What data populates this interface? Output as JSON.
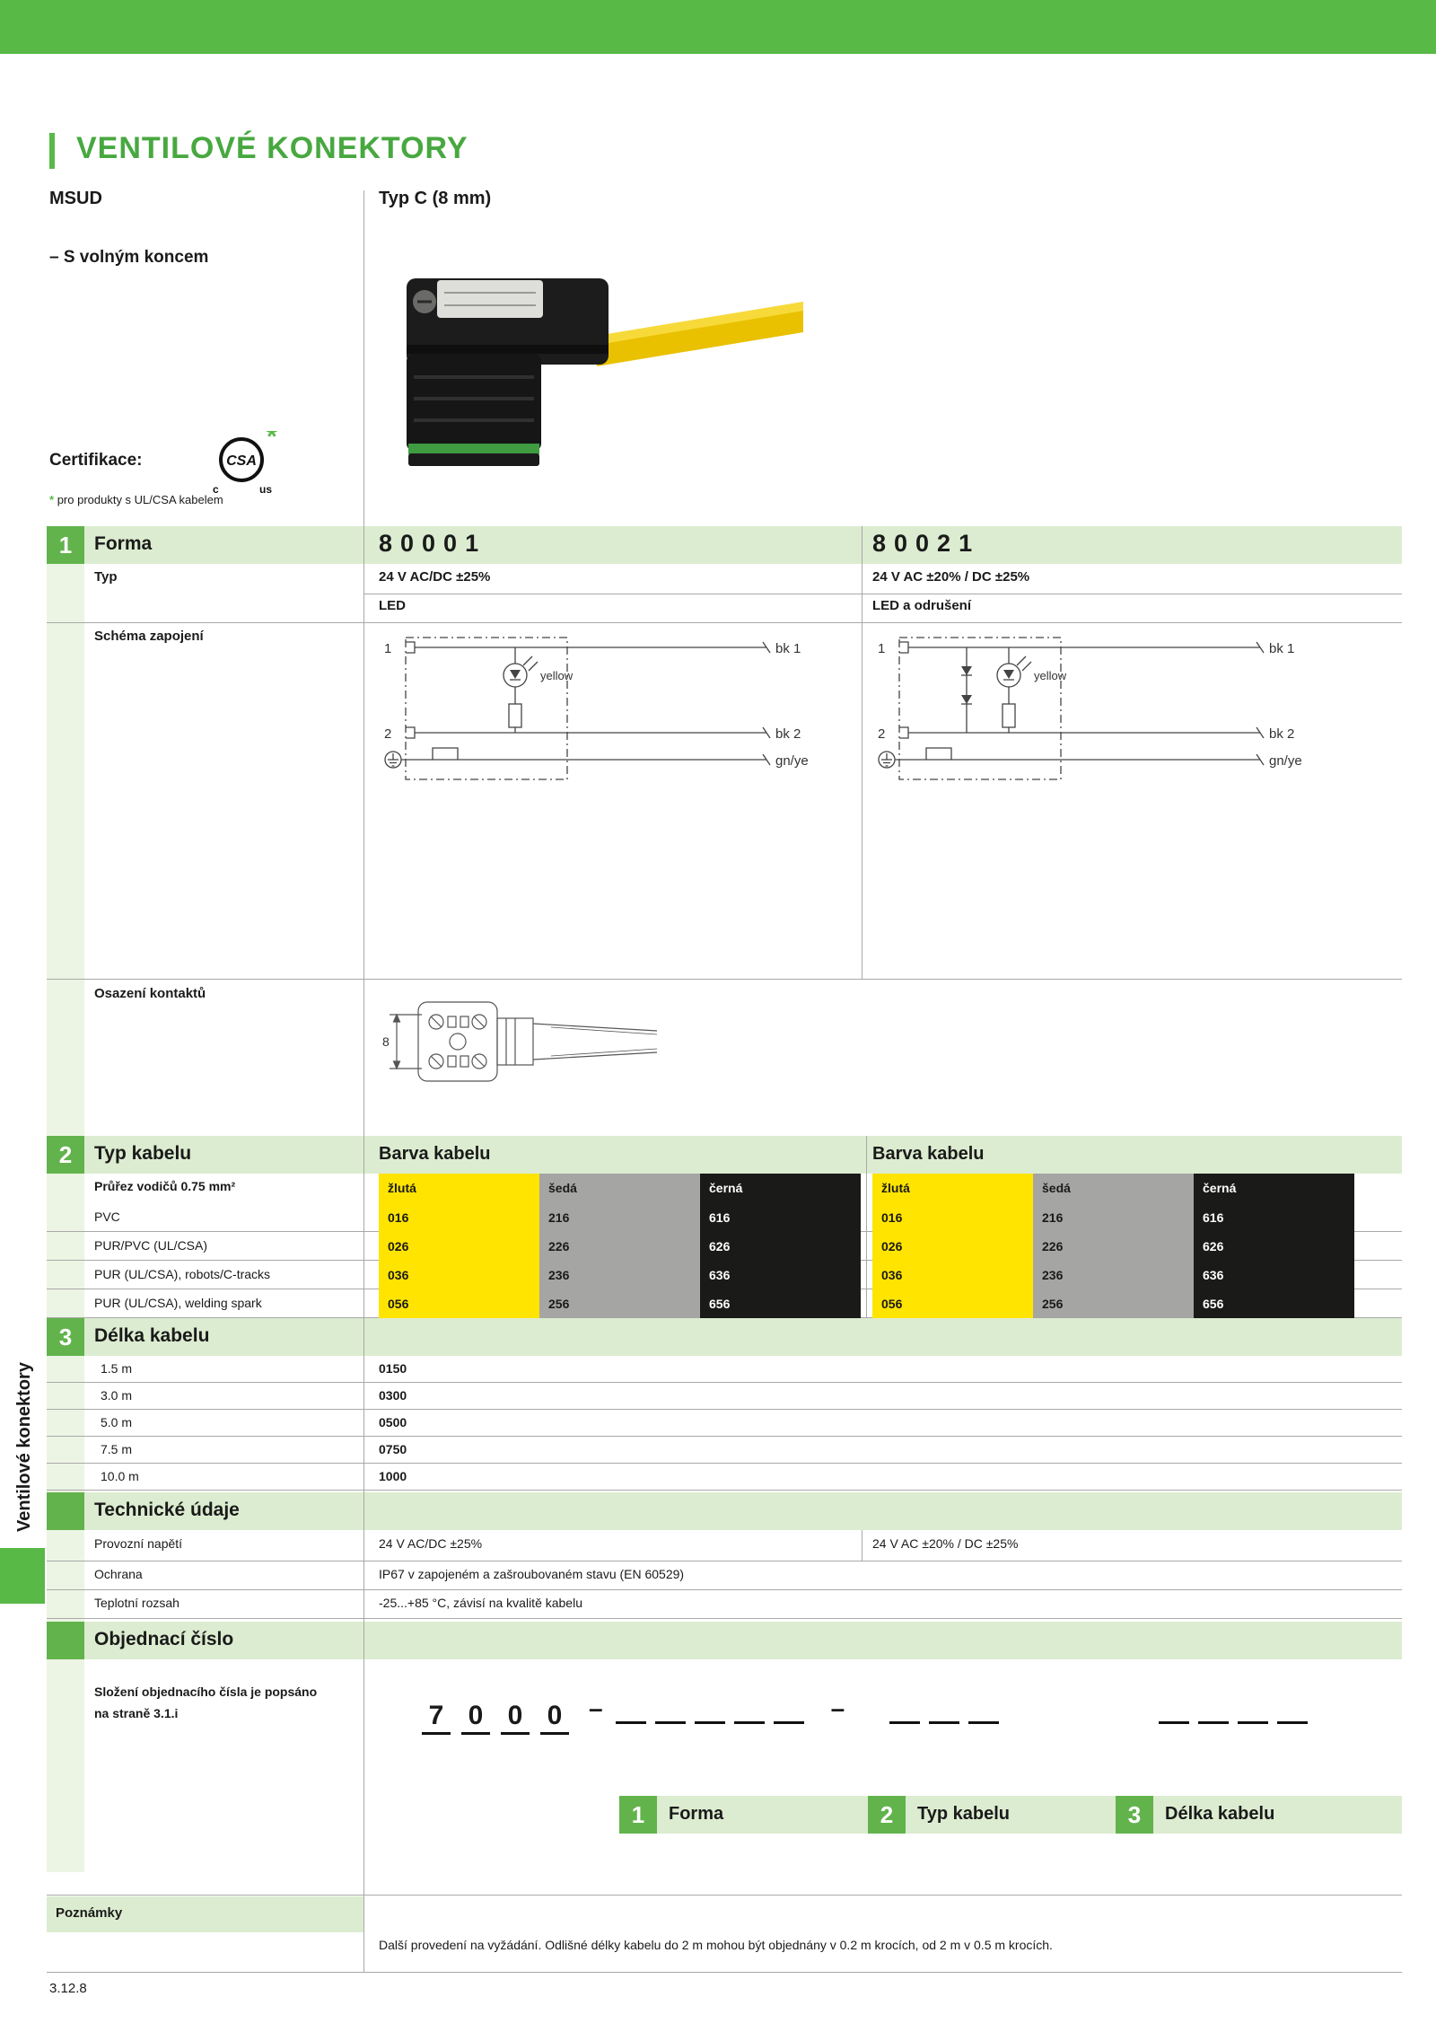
{
  "page": {
    "title": "VENTILOVÉ KONEKTORY",
    "footer": "3.12.8",
    "sidebar_vertical": "Ventilové konektory"
  },
  "product": {
    "series": "MSUD",
    "variant": "– S volným koncem",
    "type": "Typ C (8 mm)",
    "certification_label": "Certifikace:",
    "certification_mark": "CSA",
    "cert_c": "c",
    "cert_us": "us",
    "cert_star": "*",
    "footnote_star": "*",
    "footnote_text": "pro produkty s UL/CSA kabelem"
  },
  "section_forma": {
    "num": "1",
    "label": "Forma",
    "typ_label": "Typ",
    "schema_label": "Schéma zapojení",
    "contacts_label": "Osazení kontaktů",
    "contacts_dim": "8",
    "cols": [
      {
        "code": "80001",
        "voltage": "24 V AC/DC ±25%",
        "feature": "LED"
      },
      {
        "code": "80021",
        "voltage": "24 V AC ±20% / DC ±25%",
        "feature": "LED a odrušení"
      }
    ],
    "schema": {
      "pin1": "1",
      "pin2": "2",
      "bk1": "bk 1",
      "bk2": "bk 2",
      "gnye": "gn/ye",
      "led": "yellow"
    }
  },
  "section_kabel": {
    "num": "2",
    "label": "Typ kabelu",
    "barva_label": "Barva kabelu",
    "cross_section": "Průřez vodičů 0.75 mm²",
    "colors": [
      "žlutá",
      "šedá",
      "černá"
    ],
    "rows": [
      {
        "label": "PVC",
        "codes": [
          "016",
          "216",
          "616"
        ]
      },
      {
        "label": "PUR/PVC (UL/CSA)",
        "codes": [
          "026",
          "226",
          "626"
        ]
      },
      {
        "label": "PUR (UL/CSA), robots/C-tracks",
        "codes": [
          "036",
          "236",
          "636"
        ]
      },
      {
        "label": "PUR (UL/CSA), welding spark",
        "codes": [
          "056",
          "256",
          "656"
        ]
      }
    ]
  },
  "section_delka": {
    "num": "3",
    "label": "Délka kabelu",
    "rows": [
      {
        "length": "1.5 m",
        "code": "0150"
      },
      {
        "length": "3.0 m",
        "code": "0300"
      },
      {
        "length": "5.0 m",
        "code": "0500"
      },
      {
        "length": "7.5 m",
        "code": "0750"
      },
      {
        "length": "10.0 m",
        "code": "1000"
      }
    ]
  },
  "tech": {
    "label": "Technické údaje",
    "rows": [
      {
        "label": "Provozní napětí",
        "col1": "24 V AC/DC ±25%",
        "col2": "24 V AC ±20% / DC ±25%"
      },
      {
        "label": "Ochrana",
        "col1": "IP67 v zapojeném a zašroubovaném stavu (EN 60529)",
        "col2": ""
      },
      {
        "label": "Teplotní rozsah",
        "col1": "-25...+85 °C, závisí na kvalitě kabelu",
        "col2": ""
      }
    ]
  },
  "order": {
    "label": "Objednací číslo",
    "note_line1": "Složení objednacího čísla je popsáno",
    "note_line2": "na straně 3.1.i",
    "prefix": [
      "7",
      "0",
      "0",
      "0"
    ],
    "dash": "–",
    "legend": [
      {
        "num": "1",
        "label": "Forma"
      },
      {
        "num": "2",
        "label": "Typ kabelu"
      },
      {
        "num": "3",
        "label": "Délka kabelu"
      }
    ]
  },
  "notes": {
    "label": "Poznámky",
    "text": "Další provedení na vyžádání. Odlišné délky kabelu do 2 m mohou být objednány v 0.2 m krocích, od 2 m v 0.5 m krocích."
  },
  "colors": {
    "accent_green": "#58b947",
    "box_green": "#62b34c",
    "band_green": "#dcecd0",
    "strip_green": "#ecf5e3",
    "cable_yellow": "#ffe400",
    "cable_gray": "#a5a5a3",
    "cable_black": "#1a1a18"
  }
}
